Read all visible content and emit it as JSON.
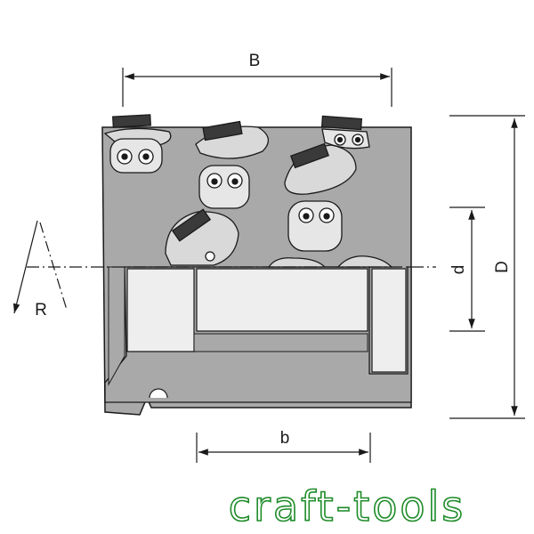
{
  "dimensions": {
    "width_top": "B",
    "width_bottom": "b",
    "outer_diameter": "D",
    "bore_diameter": "d",
    "radius": "R"
  },
  "brand": {
    "text": "craft-tools",
    "color": "#1f8c2a"
  },
  "colors": {
    "body": "#a9a9a9",
    "section": "#eeeeee",
    "outline": "#1a1a1a",
    "cutter": "#3a3a3a"
  }
}
